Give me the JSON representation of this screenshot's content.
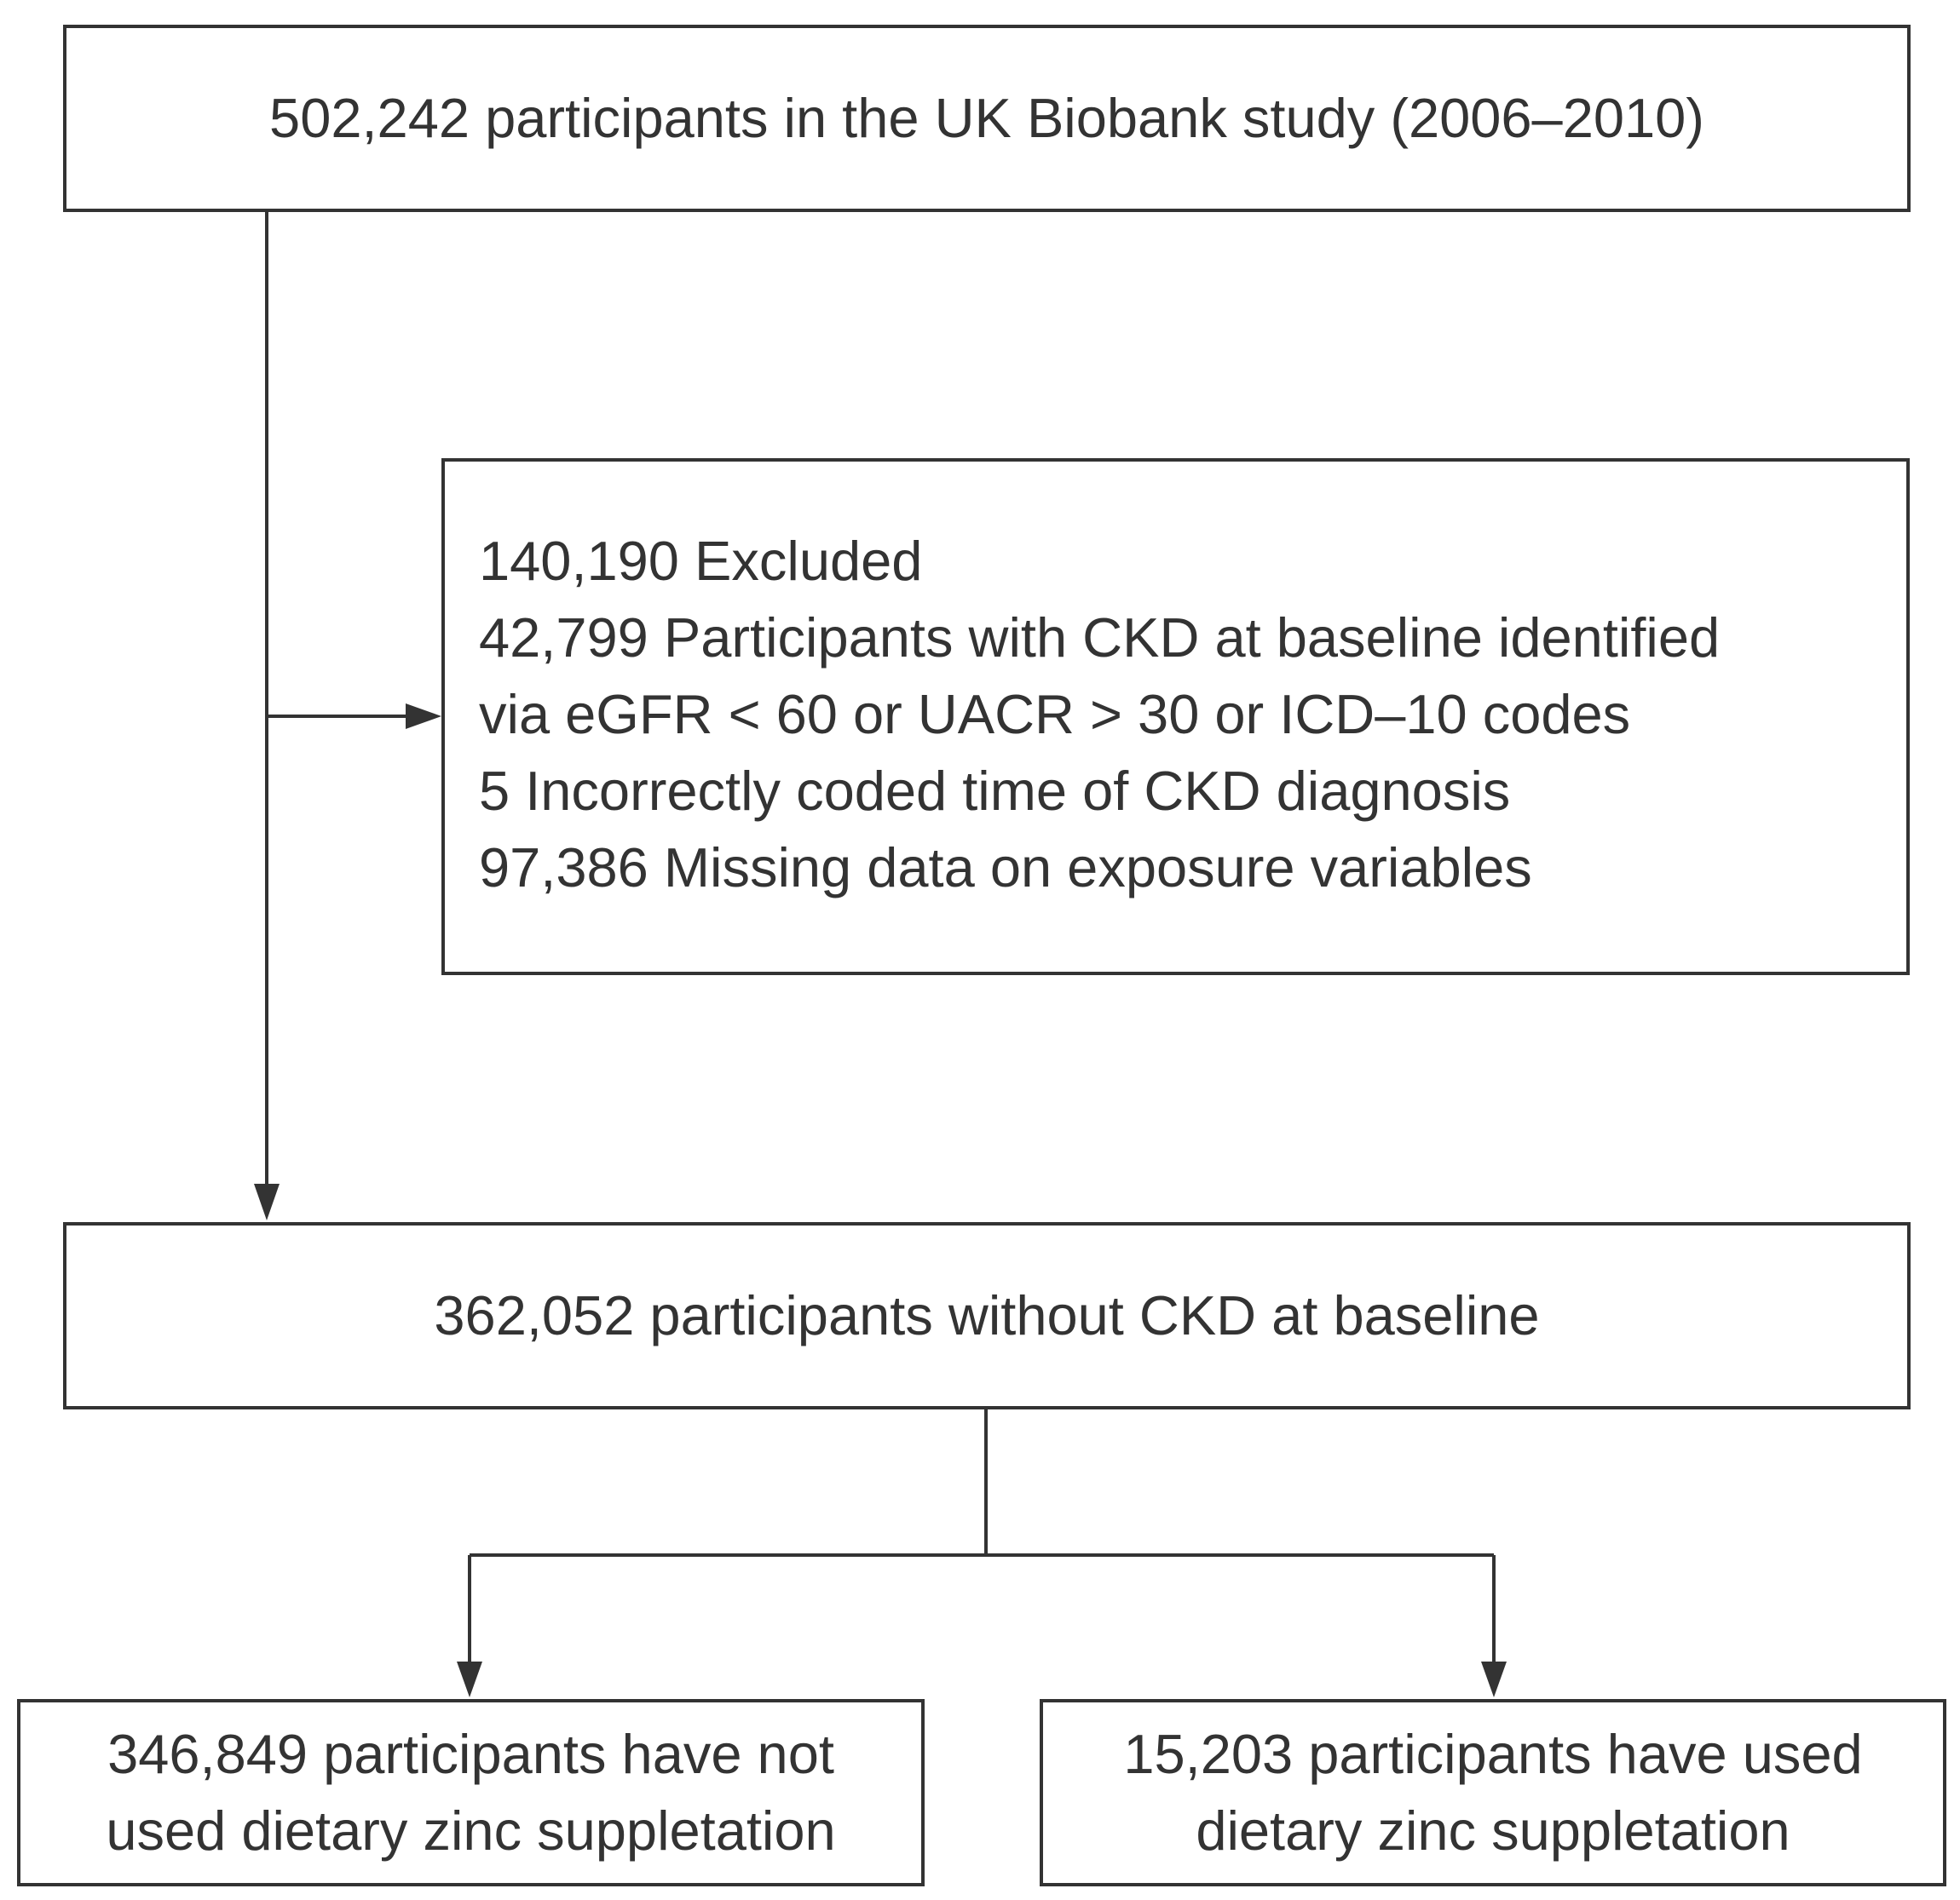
{
  "boxes": {
    "top": {
      "text": "502,242 participants in the UK Biobank study (2006–2010)"
    },
    "excluded": {
      "lines": [
        "140,190 Excluded",
        "42,799 Participants with CKD at baseline identified",
        "via eGFR < 60 or UACR > 30 or ICD–10 codes",
        "5 Incorrectly coded time of CKD diagnosis",
        "97,386 Missing data on exposure variables"
      ]
    },
    "middle": {
      "text": "362,052 participants without CKD at baseline"
    },
    "left": {
      "lines": [
        "346,849 participants have not",
        "used dietary zinc suppletation"
      ]
    },
    "right": {
      "lines": [
        "15,203 participants have used",
        "dietary zinc suppletation"
      ]
    }
  },
  "colors": {
    "stroke": "#333333",
    "text": "#333333",
    "background": "#ffffff"
  }
}
